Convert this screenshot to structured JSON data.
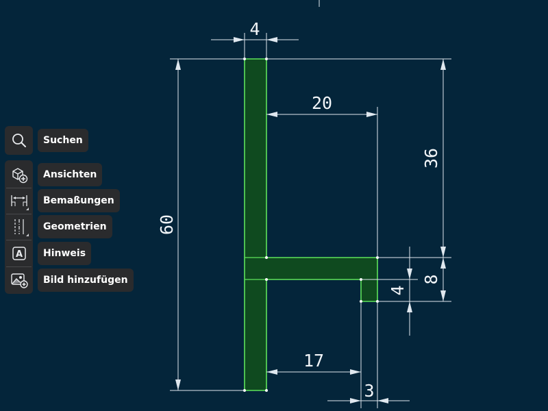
{
  "toolbar": {
    "items": [
      {
        "icon": "search-icon",
        "label": "Suchen"
      },
      {
        "icon": "add-view-icon",
        "label": "Ansichten"
      },
      {
        "icon": "dimension-icon",
        "label": "Bemaßungen"
      },
      {
        "icon": "geometry-icon",
        "label": "Geometrien"
      },
      {
        "icon": "note-icon",
        "label": "Hinweis"
      },
      {
        "icon": "add-image-icon",
        "label": "Bild hinzufügen"
      }
    ]
  },
  "drawing": {
    "dimensions": {
      "web_thickness": "4",
      "total_height": "60",
      "upper_flange_length": "20",
      "upper_height": "36",
      "flange_height": "8",
      "lip_height": "4",
      "lower_flange_length": "17",
      "lip_width": "3"
    }
  },
  "colors": {
    "background": "#04253a",
    "profile_fill": "#0f4a1f",
    "profile_outline": "#5ee35a",
    "dimension_lines": "#dfe7ee",
    "toolbar_button": "#2a2b2d"
  }
}
